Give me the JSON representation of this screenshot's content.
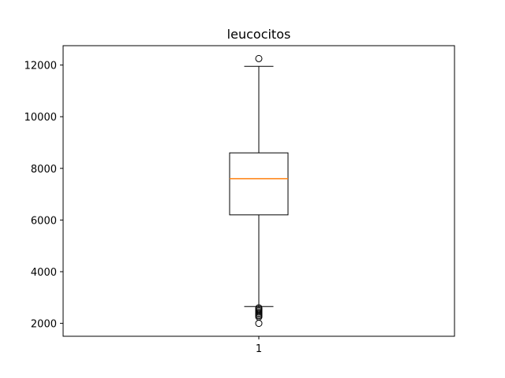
{
  "chart_data": {
    "type": "box",
    "title": "leucocitos",
    "xlabel": "",
    "ylabel": "",
    "categories": [
      "1"
    ],
    "ylim": [
      1500,
      12750
    ],
    "yticks": [
      2000,
      4000,
      6000,
      8000,
      10000,
      12000
    ],
    "grid": false,
    "series": [
      {
        "whisker_low": 2650,
        "q1": 6200,
        "median": 7600,
        "q3": 8600,
        "whisker_high": 11950,
        "outliers": [
          2000,
          2250,
          2300,
          2350,
          2400,
          2450,
          2500,
          2550,
          2600,
          12250
        ]
      }
    ],
    "colors": {
      "box": "#000000",
      "median": "#ff7f0e",
      "outlier": "#000000"
    }
  }
}
